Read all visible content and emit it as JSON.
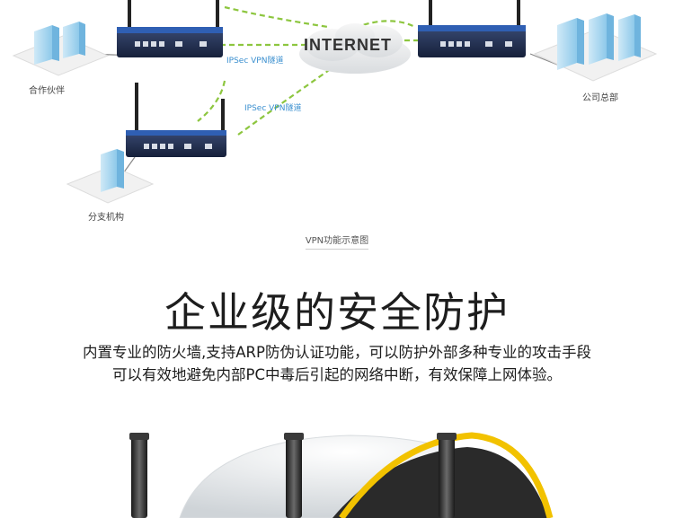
{
  "diagram": {
    "internet_label": "INTERNET",
    "partner_label": "合作伙伴",
    "hq_label": "公司总部",
    "branch_label": "分支机构",
    "tunnel_label_top": "IPSec VPN隧道",
    "tunnel_label_bottom": "IPSec VPN隧道",
    "caption": "VPN功能示意图",
    "colors": {
      "tunnel": "#8dc63f",
      "router_body": "#1f2a44",
      "router_trim": "#2f5fb3",
      "building": "#8ec9ea"
    }
  },
  "section": {
    "title": "企业级的安全防护",
    "line1": "内置专业的防火墙,支持ARP防伪认证功能，可以防护外部多种专业的攻击手段",
    "line2": "可以有效地避免内部PC中毒后引起的网络中断，有效保障上网体验。"
  },
  "hero": {
    "colors": {
      "shell": "#2a2a2a",
      "accent": "#f2c200",
      "dome": "#eceff1"
    }
  }
}
